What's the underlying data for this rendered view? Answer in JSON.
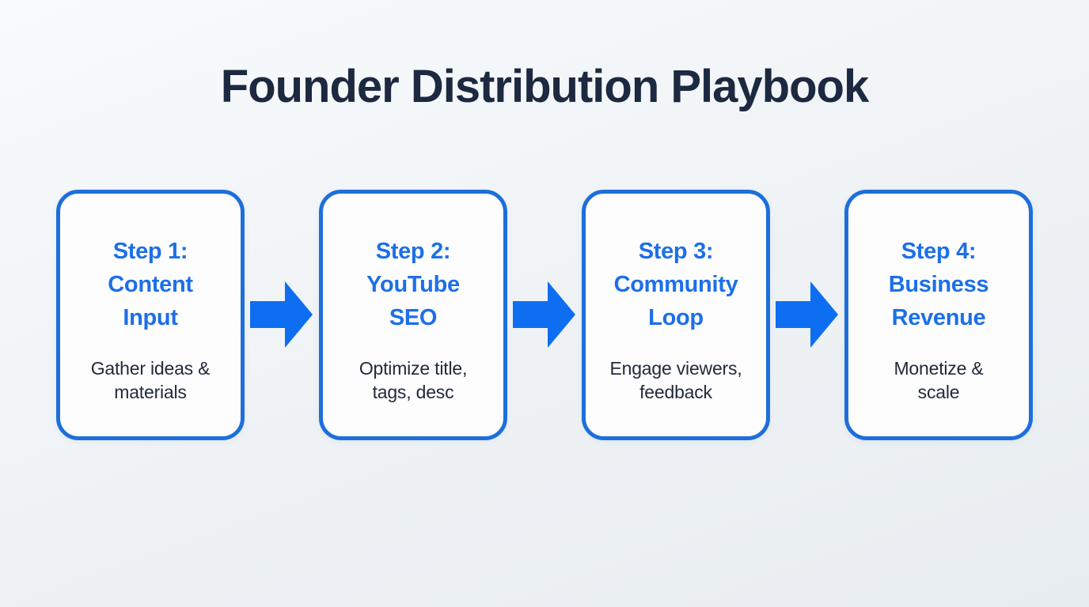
{
  "title": "Founder Distribution Playbook",
  "colors": {
    "page_bg_light": "#f8fbfc",
    "page_bg": "#eef2f5",
    "page_bg_dark": "#e8edf1",
    "title_text": "#1c2940",
    "accent_blue": "#1c6fe8",
    "border_blue": "#1d6fdb",
    "arrow_blue": "#0d6ef2",
    "body_text": "#212b38",
    "card_bg": "#fdfdfe"
  },
  "steps": [
    {
      "title_lines": [
        "Step 1:",
        "Content",
        "Input"
      ],
      "desc_lines": [
        "Gather ideas &",
        "materials"
      ]
    },
    {
      "title_lines": [
        "Step 2:",
        "YouTube",
        "SEO"
      ],
      "desc_lines": [
        "Optimize title,",
        "tags, desc"
      ]
    },
    {
      "title_lines": [
        "Step 3:",
        "Community",
        "Loop"
      ],
      "desc_lines": [
        "Engage viewers,",
        "feedback"
      ]
    },
    {
      "title_lines": [
        "Step 4:",
        "Business",
        "Revenue"
      ],
      "desc_lines": [
        "Monetize &",
        "scale"
      ]
    }
  ],
  "arrow_icon": "right-block-arrow"
}
